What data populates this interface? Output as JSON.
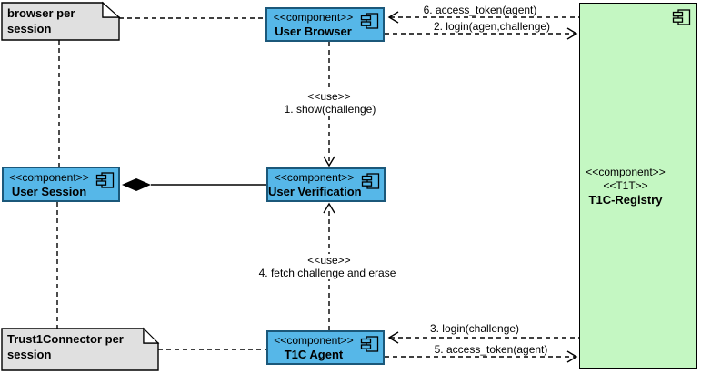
{
  "notes": [
    {
      "text": "browser per session"
    },
    {
      "text": "Trust1Connector per session"
    }
  ],
  "components": [
    {
      "stereotype": "<<component>>",
      "name": "User Browser"
    },
    {
      "stereotype": "<<component>>",
      "name": "User Session"
    },
    {
      "stereotype": "<<component>>",
      "name": "User Verification"
    },
    {
      "stereotype": "<<component>>",
      "name": "T1C Agent"
    },
    {
      "stereotype": "<<component>>",
      "stereotype2": "<<T1T>>",
      "name": "T1C-Registry"
    }
  ],
  "edges": [
    {
      "label": "6. access_token(agent)"
    },
    {
      "label": "2. login(agen,challenge)"
    },
    {
      "stereotype": "<<use>>",
      "label": "1. show(challenge)"
    },
    {
      "stereotype": "<<use>>",
      "label": "4. fetch challenge and erase"
    },
    {
      "label": "3. login(challenge)"
    },
    {
      "label": "5. access_token(agent)"
    }
  ],
  "colors": {
    "component_fill": "#56b7e8",
    "component_border": "#1b587a",
    "registry_fill": "#c4f7c2",
    "registry_border": "#000000",
    "note_fill": "#e0e0e0",
    "line": "#000000",
    "background": "#ffffff"
  }
}
